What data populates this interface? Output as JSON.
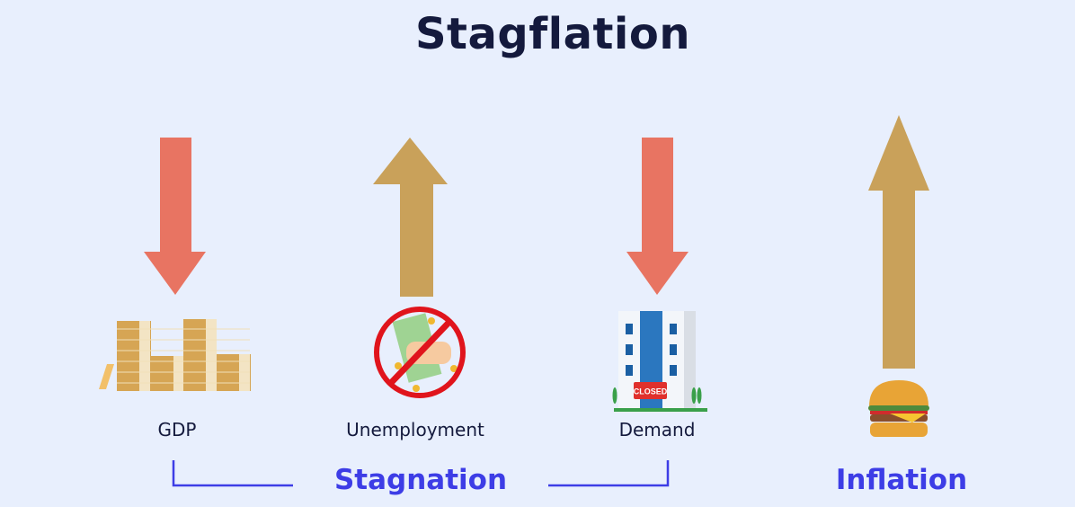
{
  "title": "Stagflation",
  "indicators": [
    {
      "label": "GDP",
      "direction": "down",
      "icon": "coin-stacks-icon"
    },
    {
      "label": "Unemployment",
      "direction": "up",
      "icon": "no-money-icon"
    },
    {
      "label": "Demand",
      "direction": "down",
      "icon": "closed-building-icon",
      "sign": "CLOSED"
    },
    {
      "label": "",
      "direction": "up",
      "icon": "burger-icon"
    }
  ],
  "groups": {
    "stagnation": "Stagnation",
    "inflation": "Inflation"
  },
  "colors": {
    "down": "#e87462",
    "up": "#c9a15a",
    "accent": "#3d3de6",
    "text": "#141a3d",
    "background": "#e8effd"
  }
}
